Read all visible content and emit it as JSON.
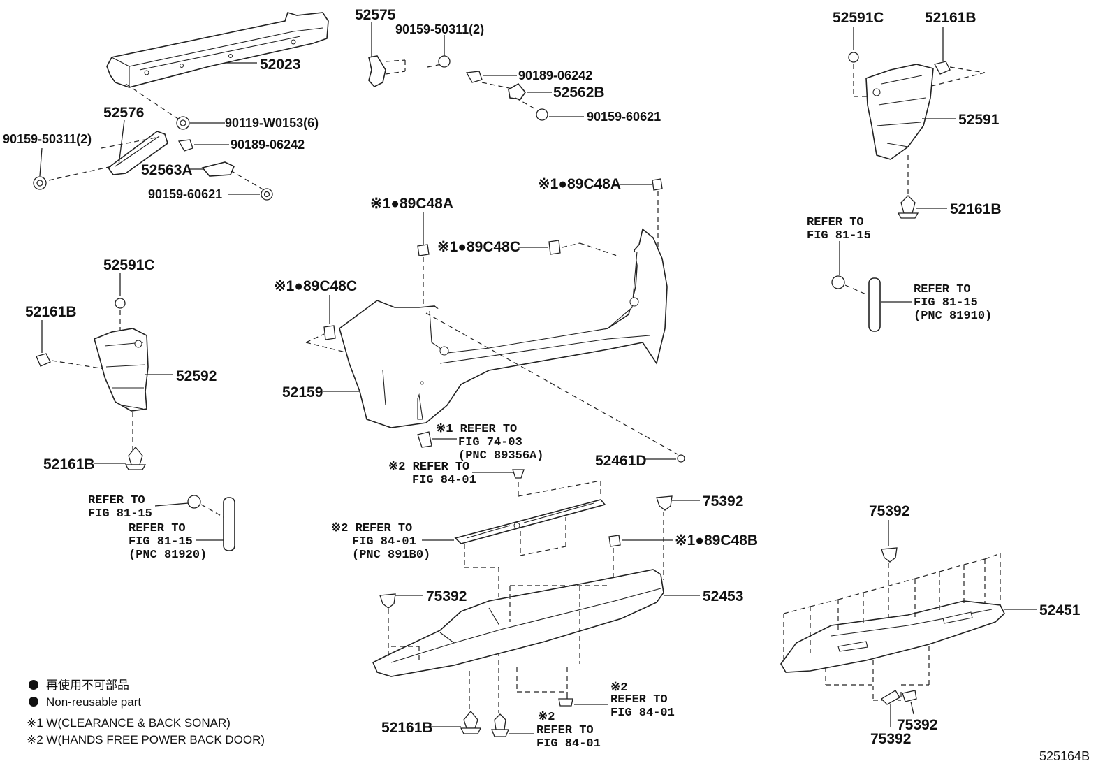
{
  "labels": {
    "p52023": "52023",
    "p52575": "52575",
    "p90159_50311_top": "90159-50311(2)",
    "p90189_06242_top": "90189-06242",
    "p52562B": "52562B",
    "p90159_60621_top": "90159-60621",
    "p52576": "52576",
    "p90159_50311_left": "90159-50311(2)",
    "p90119_W0153": "90119-W0153(6)",
    "p90189_06242_left": "90189-06242",
    "p52563A": "52563A",
    "p90159_60621_left": "90159-60621",
    "p52591C_right": "52591C",
    "p52161B_right_top": "52161B",
    "p52591": "52591",
    "p52161B_right_bot": "52161B",
    "p89C48A_right": "※1●89C48A",
    "p89C48A_mid": "※1●89C48A",
    "p89C48C_mid": "※1●89C48C",
    "p89C48C_left": "※1●89C48C",
    "p52591C_left": "52591C",
    "p52161B_left_top": "52161B",
    "p52592": "52592",
    "p52159": "52159",
    "p52161B_left_bot": "52161B",
    "p52461D": "52461D",
    "p75392_a": "75392",
    "p89C48B": "※1●89C48B",
    "p75392_b": "75392",
    "p52453": "52453",
    "p75392_c": "75392",
    "p52451": "52451",
    "p75392_d": "75392",
    "p75392_e": "75392",
    "p52161B_bottom": "52161B",
    "code": "525164B"
  },
  "refs": {
    "r_right_a1": "REFER TO",
    "r_right_a2": "FIG 81-15",
    "r_right_b1": "REFER TO",
    "r_right_b2": "FIG 81-15",
    "r_right_b3": "(PNC 81910)",
    "r_left_a1": "REFER TO",
    "r_left_a2": "FIG 81-15",
    "r_left_b1": "REFER TO",
    "r_left_b2": "FIG 81-15",
    "r_left_b3": "(PNC 81920)",
    "r_mid_a1": "※1 REFER TO",
    "r_mid_a2": "FIG 74-03",
    "r_mid_a3": "(PNC 89356A)",
    "r_mid_b1": "※2 REFER TO",
    "r_mid_b2": "FIG 84-01",
    "r_mid_c1": "※2 REFER TO",
    "r_mid_c2": "FIG 84-01",
    "r_mid_c3": "(PNC 891B0)",
    "r_bot_a1": "※2",
    "r_bot_a2": "REFER TO",
    "r_bot_a3": "FIG 84-01",
    "r_bot_b1": "※2",
    "r_bot_b2": "REFER TO",
    "r_bot_b3": "FIG 84-01"
  },
  "legend": {
    "jp": "再使用不可部品",
    "en": "Non-reusable part",
    "note1": "※1 W(CLEARANCE & BACK SONAR)",
    "note2": "※2 W(HANDS FREE POWER BACK DOOR)"
  }
}
